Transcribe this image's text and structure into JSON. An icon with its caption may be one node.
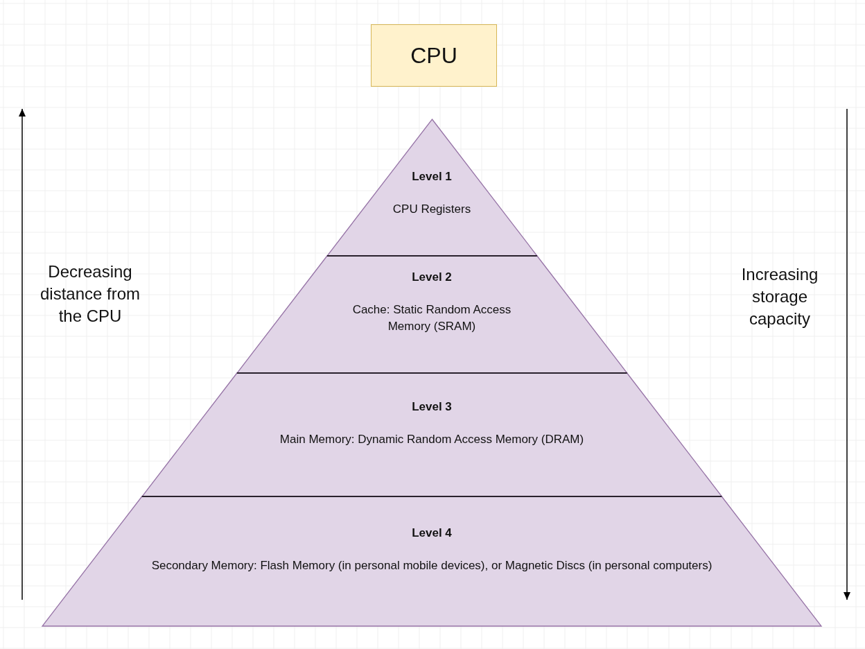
{
  "diagram": {
    "nodes": [
      {
        "text": [
          "CPU"
        ]
      },
      {
        "text": [
          "Level 1",
          "CPU Registers"
        ]
      },
      {
        "text": [
          "Level 2",
          "Cache: Static Random Access Memory (SRAM)"
        ]
      },
      {
        "text": [
          "Level 3",
          "Main Memory: Dynamic Random Access Memory (DRAM)"
        ]
      },
      {
        "text": [
          "Level 4",
          "Secondary Memory: Flash Memory (in personal mobile devices), or Magnetic Discs (in personal computers)"
        ]
      }
    ],
    "edges": [],
    "labels": [
      "Decreasing distance from the CPU",
      "Increasing storage capacity"
    ]
  }
}
